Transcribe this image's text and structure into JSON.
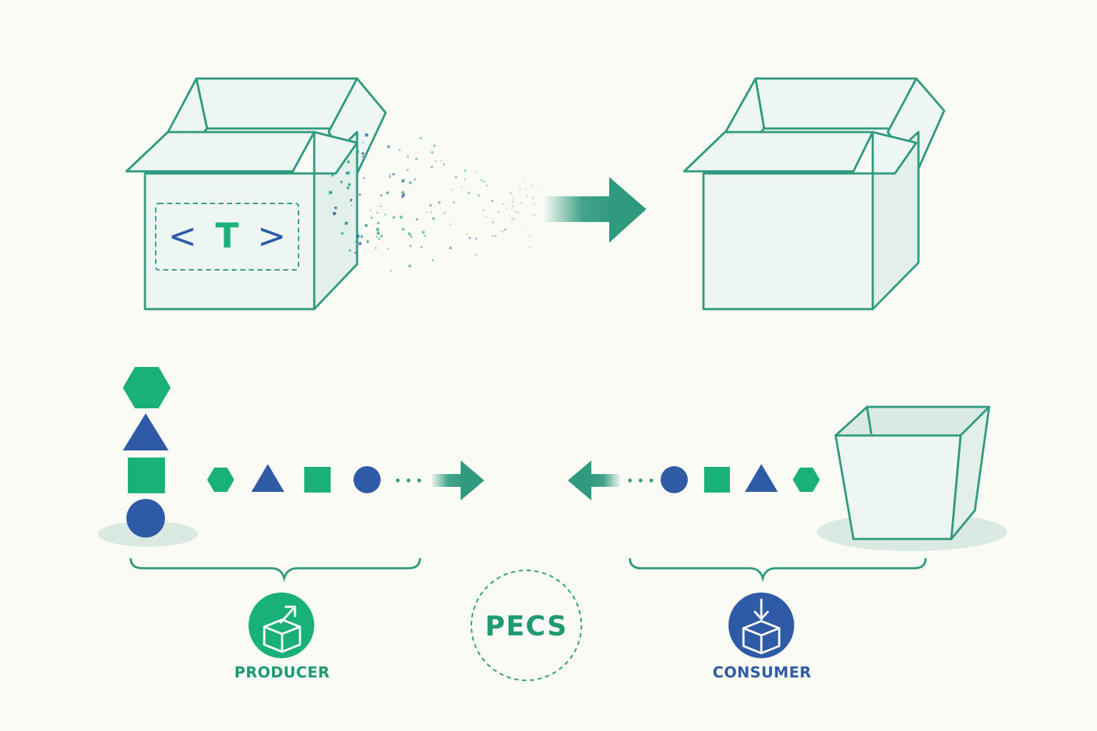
{
  "colors": {
    "background": "#fbfbf6",
    "outline_green": "#2f9a7e",
    "accent_green": "#19b07a",
    "accent_blue": "#2f5ba6",
    "box_face": "#eef6f3",
    "box_side": "#e2efea",
    "shadow": "#dbe9e3"
  },
  "source_box": {
    "tag_open": "<",
    "tag_type": "T",
    "tag_close": ">"
  },
  "producer": {
    "label": "PRODUCER",
    "icon": "box-arrow-out-icon",
    "stack_shapes": [
      "hexagon",
      "triangle",
      "square",
      "circle"
    ],
    "flow_shapes": [
      "hexagon",
      "triangle",
      "square",
      "circle"
    ]
  },
  "consumer": {
    "label": "CONSUMER",
    "icon": "box-arrow-in-icon",
    "flow_shapes": [
      "circle",
      "square",
      "triangle",
      "hexagon"
    ]
  },
  "center": {
    "label": "PECS"
  }
}
